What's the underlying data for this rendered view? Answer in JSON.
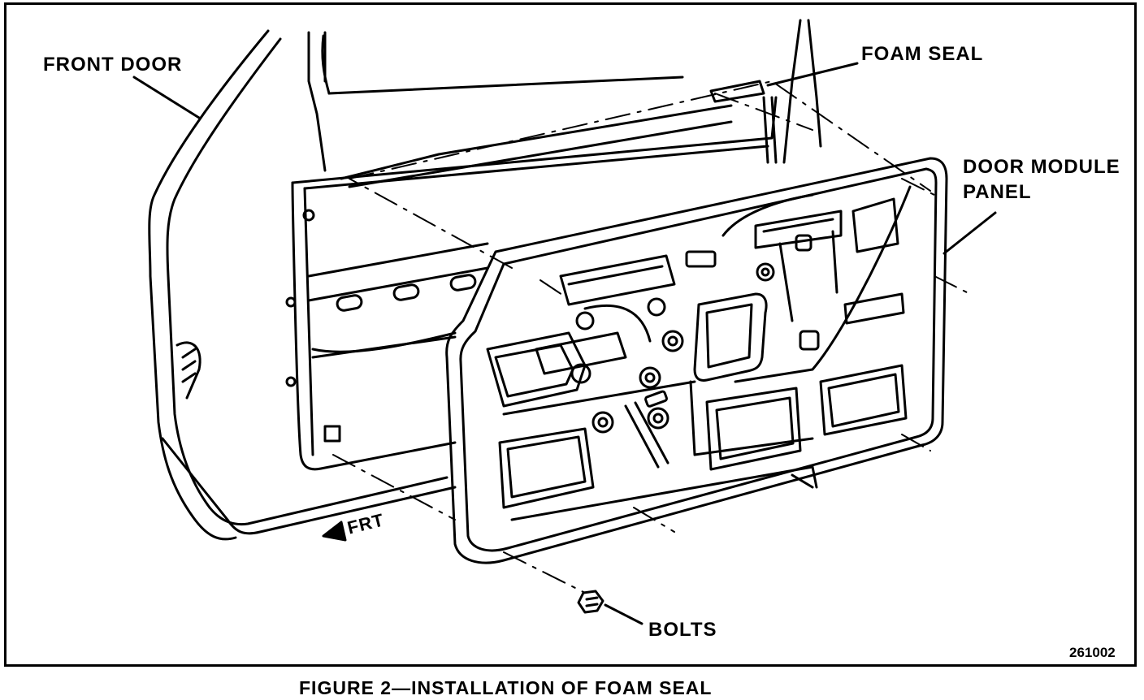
{
  "figure": {
    "caption": "FIGURE 2—INSTALLATION OF FOAM SEAL",
    "reference_number": "261002"
  },
  "labels": {
    "front_door": "FRONT DOOR",
    "foam_seal": "FOAM SEAL",
    "door_module_line1": "DOOR MODULE",
    "door_module_line2": "PANEL",
    "bolts": "BOLTS",
    "front_arrow": "FRT"
  },
  "colors": {
    "ink": "#000000",
    "paper": "#ffffff"
  }
}
